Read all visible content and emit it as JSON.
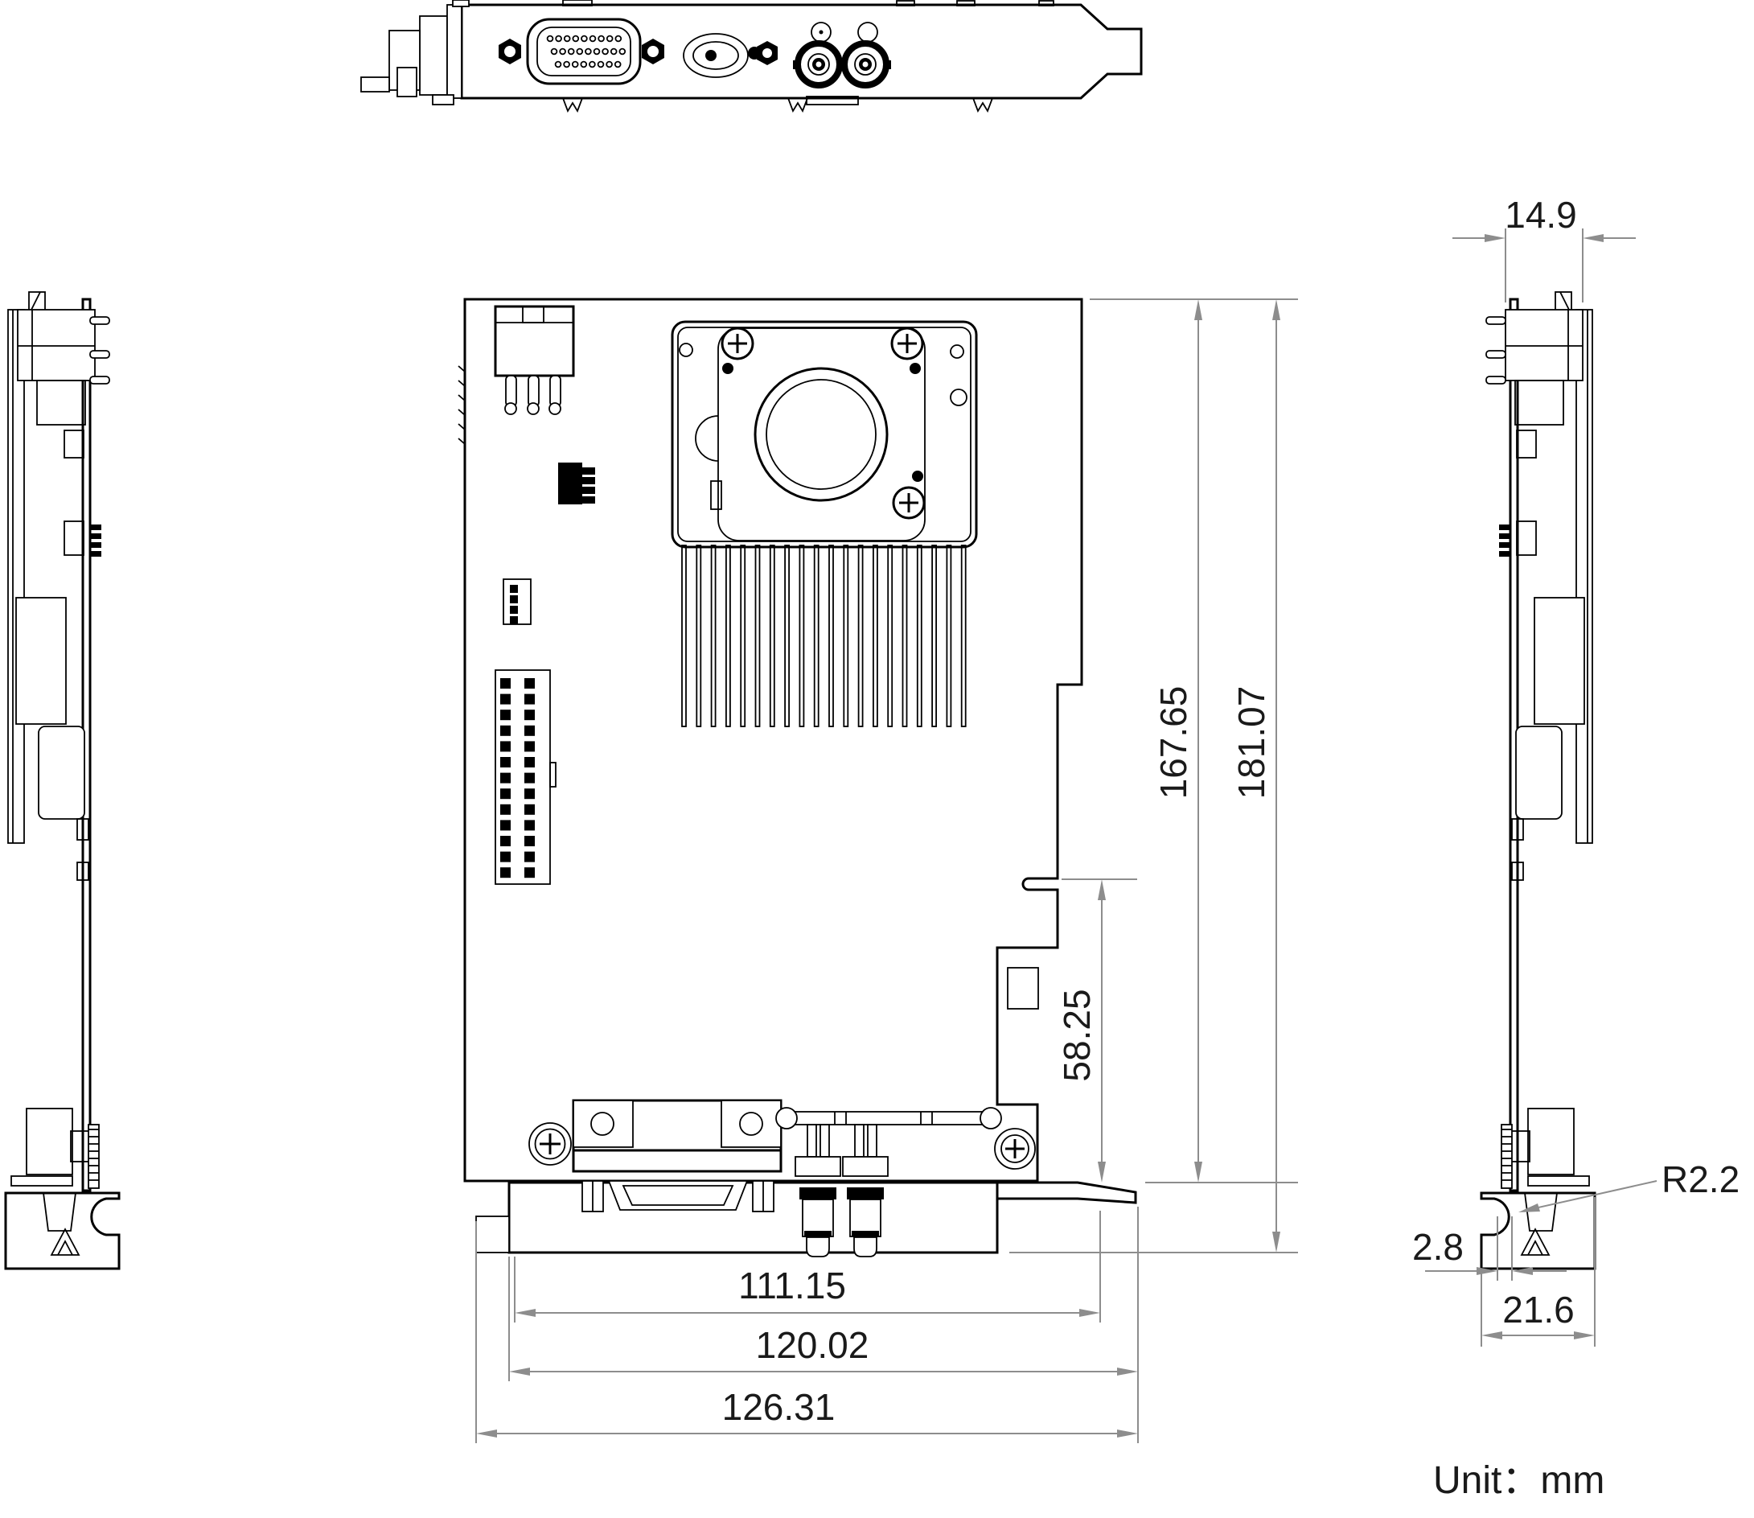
{
  "drawing": {
    "unit_label": "Unit：mm",
    "colors": {
      "outline": "#000000",
      "dimension": "#8d8d8d",
      "label": "#1a1a1a",
      "background": "#ffffff"
    },
    "dimensions": {
      "bracket_connector_width": {
        "label": "14.9",
        "value_mm": 14.9
      },
      "board_height": {
        "label": "167.65",
        "value_mm": 167.65
      },
      "overall_height": {
        "label": "181.07",
        "value_mm": 181.07
      },
      "pcie_notch_offset": {
        "label": "58.25",
        "value_mm": 58.25
      },
      "width_inner": {
        "label": "111.15",
        "value_mm": 111.15
      },
      "width_mid": {
        "label": "120.02",
        "value_mm": 120.02
      },
      "overall_width": {
        "label": "126.31",
        "value_mm": 126.31
      },
      "notch_radius": {
        "label": "R2.2",
        "value_mm": 2.2
      },
      "notch_offset": {
        "label": "2.8",
        "value_mm": 2.8
      },
      "foot_width": {
        "label": "21.6",
        "value_mm": 21.6
      }
    }
  }
}
